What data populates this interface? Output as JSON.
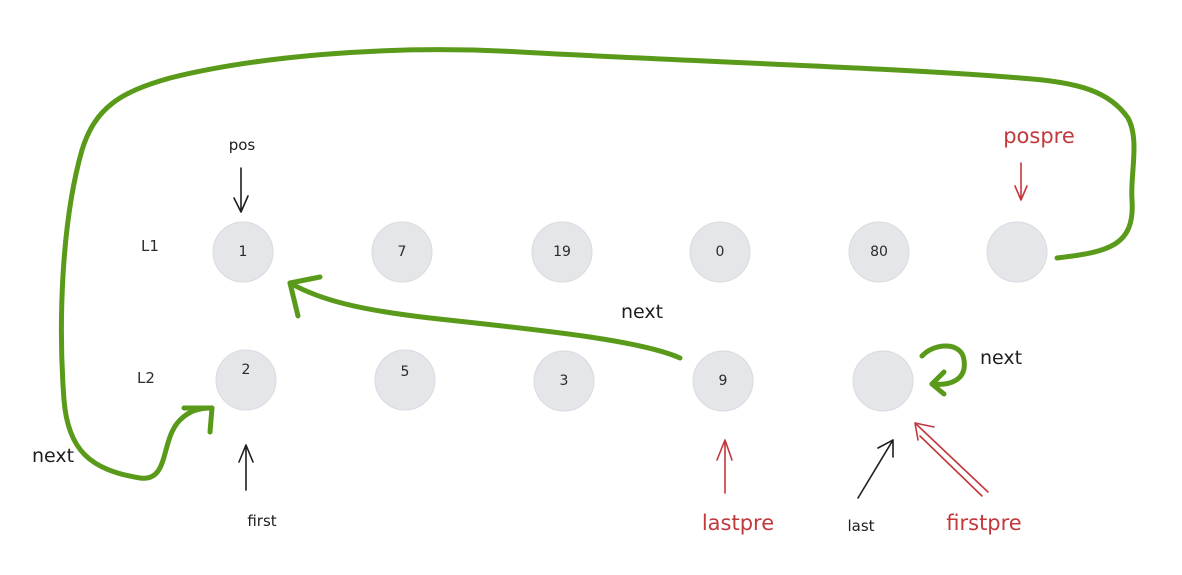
{
  "rows": [
    {
      "label": "L1",
      "nodes": [
        "1",
        "7",
        "19",
        "0",
        "80",
        ""
      ]
    },
    {
      "label": "L2",
      "nodes": [
        "2",
        "5",
        "3",
        "9",
        ""
      ]
    }
  ],
  "pointers": {
    "pos": "pos",
    "pospre": "pospre",
    "first": "first",
    "lastpre": "lastpre",
    "last": "last",
    "firstpre": "firstpre"
  },
  "next_labels": {
    "left": "next",
    "middle": "next",
    "right": "next"
  },
  "colors": {
    "node_fill": "#e4e6e9",
    "link_green": "#5a9a1a",
    "pointer_red": "#c2383d",
    "pointer_black": "#1e1e1e"
  }
}
